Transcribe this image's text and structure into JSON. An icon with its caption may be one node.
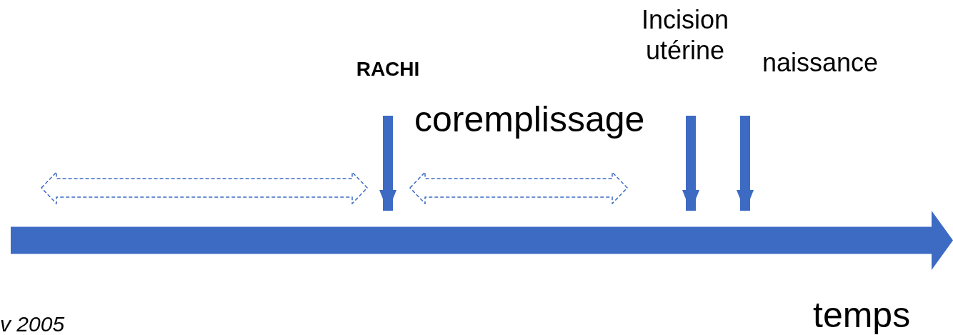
{
  "diagram": {
    "nodes": [
      {
        "text": [],
        "shape": "bar"
      },
      {
        "text": [
          "RACHI"
        ]
      },
      {
        "text": [
          "Incision utérine"
        ]
      },
      {
        "text": [
          "naissance"
        ]
      },
      {
        "text": [],
        "shape": "arrow"
      },
      {
        "text": [],
        "shape": "arrow"
      }
    ],
    "edges": [
      {
        "from": 1,
        "to": 0,
        "arrow": "to"
      },
      {
        "from": 2,
        "to": 0,
        "arrow": "to"
      },
      {
        "from": 3,
        "to": 0,
        "arrow": "to"
      }
    ],
    "labels": [
      "coremplissage",
      "temps",
      "v 2005"
    ]
  }
}
